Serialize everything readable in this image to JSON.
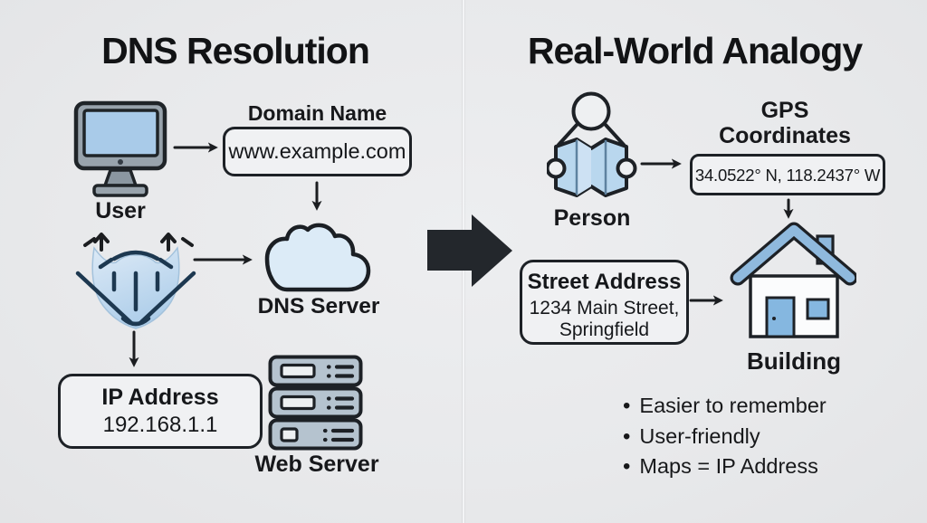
{
  "left": {
    "title": "DNS Resolution",
    "user": {
      "label": "User",
      "icon": "desktop-computer-icon"
    },
    "domain": {
      "label": "Domain Name",
      "value": "www.example.com"
    },
    "dns_server": {
      "label": "DNS Server",
      "icon": "cloud-icon"
    },
    "resolver": {
      "icon": "resolver-fanout-icon"
    },
    "ip": {
      "label": "IP Address",
      "value": "192.168.1.1"
    },
    "web_server": {
      "label": "Web Server",
      "icon": "server-stack-icon"
    }
  },
  "right": {
    "title": "Real-World Analogy",
    "person": {
      "label": "Person",
      "icon": "person-reading-map-icon"
    },
    "gps": {
      "label": "GPS Coordinates",
      "value": "34.0522° N, 118.2437° W"
    },
    "street": {
      "label": "Street Address",
      "line1": "1234 Main Street,",
      "line2": "Springfield"
    },
    "building": {
      "label": "Building",
      "icon": "house-icon"
    },
    "bullets": [
      {
        "text": "Easier to remember"
      },
      {
        "text": "User-friendly"
      },
      {
        "text": "Maps = IP Address"
      }
    ]
  },
  "colors": {
    "background": "#e9eaec",
    "outline": "#1d2126",
    "arrow": "#1b1d20",
    "big_arrow": "#23272c",
    "screen_blue": "#a9cbe9",
    "cloud_blue": "#dcebf7",
    "map_blue": "#b9d7ee",
    "roof_blue": "#8fb9dd",
    "door_blue": "#85b7e0",
    "monitor_gray": "#98a3ac",
    "server_gray": "#b5c3cf"
  }
}
